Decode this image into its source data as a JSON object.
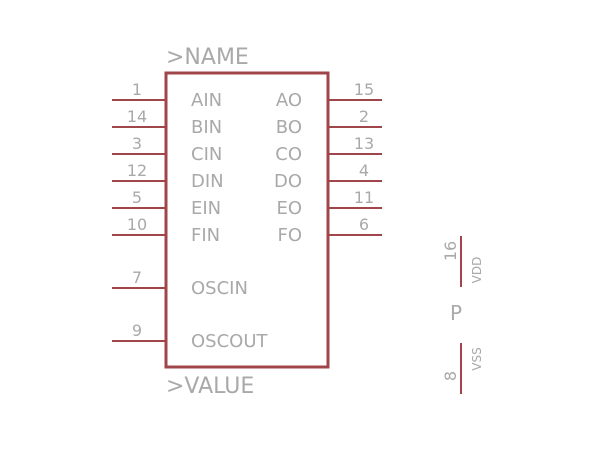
{
  "symbol": {
    "name_label": ">NAME",
    "value_label": ">VALUE",
    "colors": {
      "outline": "#a0464a",
      "text": "#a9a9a9",
      "background": "#ffffff"
    },
    "left_pins": [
      {
        "number": "1",
        "name": "AIN"
      },
      {
        "number": "14",
        "name": "BIN"
      },
      {
        "number": "3",
        "name": "CIN"
      },
      {
        "number": "12",
        "name": "DIN"
      },
      {
        "number": "5",
        "name": "EIN"
      },
      {
        "number": "10",
        "name": "FIN"
      },
      {
        "number": "7",
        "name": "OSCIN"
      },
      {
        "number": "9",
        "name": "OSCOUT"
      }
    ],
    "right_pins": [
      {
        "number": "15",
        "name": "AO"
      },
      {
        "number": "2",
        "name": "BO"
      },
      {
        "number": "13",
        "name": "CO"
      },
      {
        "number": "4",
        "name": "DO"
      },
      {
        "number": "11",
        "name": "EO"
      },
      {
        "number": "6",
        "name": "FO"
      }
    ]
  },
  "power": {
    "part_label": "P",
    "pins": [
      {
        "number": "16",
        "name": "VDD"
      },
      {
        "number": "8",
        "name": "VSS"
      }
    ]
  }
}
